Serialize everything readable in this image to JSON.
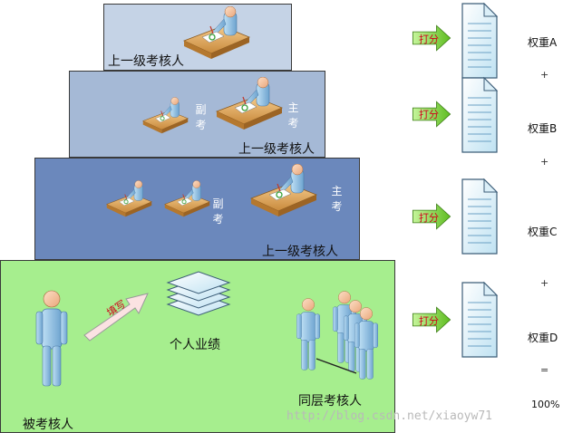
{
  "tiers": {
    "t1": {
      "label": "上一级考核人"
    },
    "t2": {
      "label": "上一级考核人",
      "deputy": "副考",
      "main": "主考"
    },
    "t3": {
      "label": "上一级考核人",
      "deputy": "副考",
      "main": "主考"
    },
    "t4": {
      "assessee": "被考核人",
      "fill": "填写",
      "performance": "个人业绩",
      "peers": "同层考核人"
    }
  },
  "scoring": {
    "arrow_label": "打分",
    "weights": [
      "权重A",
      "权重B",
      "权重C",
      "权重D"
    ],
    "plus": "+",
    "equals": "=",
    "total": "100%"
  },
  "watermark": "http://blog.csdn.net/xiaoyw71",
  "colors": {
    "tier1": "#c5d3e6",
    "tier2": "#a5b9d6",
    "tier3": "#6b88bc",
    "tier4": "#a6ee8e",
    "arrow": "#7ed321"
  }
}
